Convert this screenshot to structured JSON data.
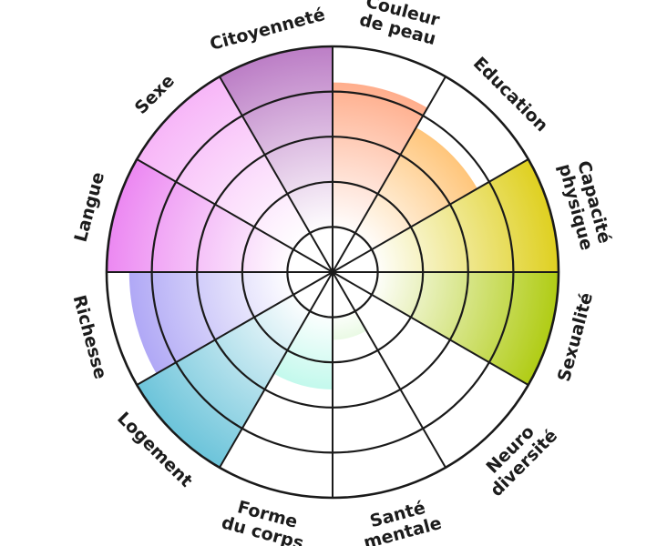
{
  "wheel": {
    "rings": 5,
    "ring_color": "#1a1a1a",
    "sectors": [
      {
        "id": "couleur-de-peau",
        "label_lines": [
          "Couleur",
          "de peau"
        ],
        "color": "#ff9a70",
        "level": 0.84
      },
      {
        "id": "education",
        "label_lines": [
          "Education"
        ],
        "color": "#ffab3e",
        "level": 0.74
      },
      {
        "id": "capacite-physique",
        "label_lines": [
          "Capacité",
          "physique"
        ],
        "color": "#dfd020",
        "level": 1.0
      },
      {
        "id": "sexualite",
        "label_lines": [
          "Sexualité"
        ],
        "color": "#b0cc14",
        "level": 1.0
      },
      {
        "id": "neuro-diversite",
        "label_lines": [
          "Neuro",
          "diversité"
        ],
        "color": "#ffffff",
        "level": 0.0
      },
      {
        "id": "sante-mentale",
        "label_lines": [
          "Santé",
          "mentale"
        ],
        "color": "#6ddc48",
        "level": 0.3
      },
      {
        "id": "forme-du-corps",
        "label_lines": [
          "Forme",
          "du corps"
        ],
        "color": "#6ef0d2",
        "level": 0.52
      },
      {
        "id": "logement",
        "label_lines": [
          "Logement"
        ],
        "color": "#6cc4da",
        "level": 1.0
      },
      {
        "id": "richesse",
        "label_lines": [
          "Richesse"
        ],
        "color": "#a59cf4",
        "level": 0.9
      },
      {
        "id": "langue",
        "label_lines": [
          "Langue"
        ],
        "color": "#ec88f2",
        "level": 1.0
      },
      {
        "id": "sexe",
        "label_lines": [
          "Sexe"
        ],
        "color": "#f7b6f8",
        "level": 1.0
      },
      {
        "id": "citoyennete",
        "label_lines": [
          "Citoyenneté"
        ],
        "color": "#bc7ec6",
        "level": 1.0
      }
    ]
  }
}
